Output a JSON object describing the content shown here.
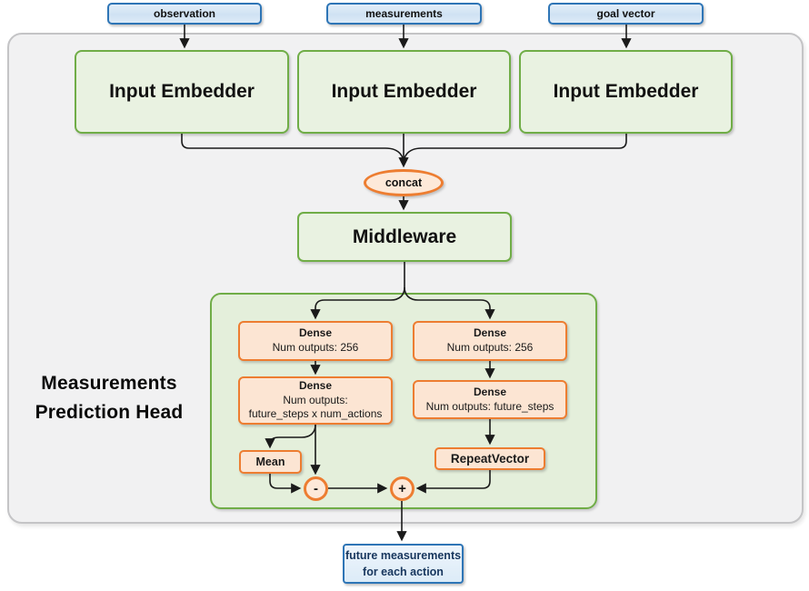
{
  "diagram": {
    "source_labels": [
      {
        "label": "observation"
      },
      {
        "label": "measurements"
      },
      {
        "label": "goal vector"
      }
    ],
    "embedders": [
      {
        "label": "Input Embedder"
      },
      {
        "label": "Input Embedder"
      },
      {
        "label": "Input Embedder"
      }
    ],
    "concat": {
      "label": "concat"
    },
    "middleware": {
      "label": "Middleware"
    },
    "prediction_head": {
      "title_line1": "Measurements",
      "title_line2": "Prediction Head",
      "dense_left_1": {
        "title": "Dense",
        "line1": "Num outputs: 256"
      },
      "dense_right_1": {
        "title": "Dense",
        "line1": "Num outputs: 256"
      },
      "dense_left_2": {
        "title": "Dense",
        "line1": "Num outputs:",
        "line2": "future_steps x num_actions"
      },
      "dense_right_2": {
        "title": "Dense",
        "line1": "Num outputs: future_steps"
      },
      "mean": {
        "label": "Mean"
      },
      "repeat_vector": {
        "label": "RepeatVector"
      },
      "minus": {
        "label": "-"
      },
      "plus": {
        "label": "+"
      }
    },
    "output": {
      "line1": "future measurements",
      "line2": "for each action"
    },
    "colors": {
      "green_border": "#70ad47",
      "green_fill": "#e9f2e1",
      "green_container_fill": "#e4efdb",
      "orange_border": "#ed7d31",
      "orange_fill": "#fce5d3",
      "blue_border": "#2e75b6",
      "blue_fill": "#d9e8f6",
      "outer_fill": "#f1f1f2",
      "outer_border": "#c4c4c6",
      "wire": "#1a1a1a"
    }
  }
}
